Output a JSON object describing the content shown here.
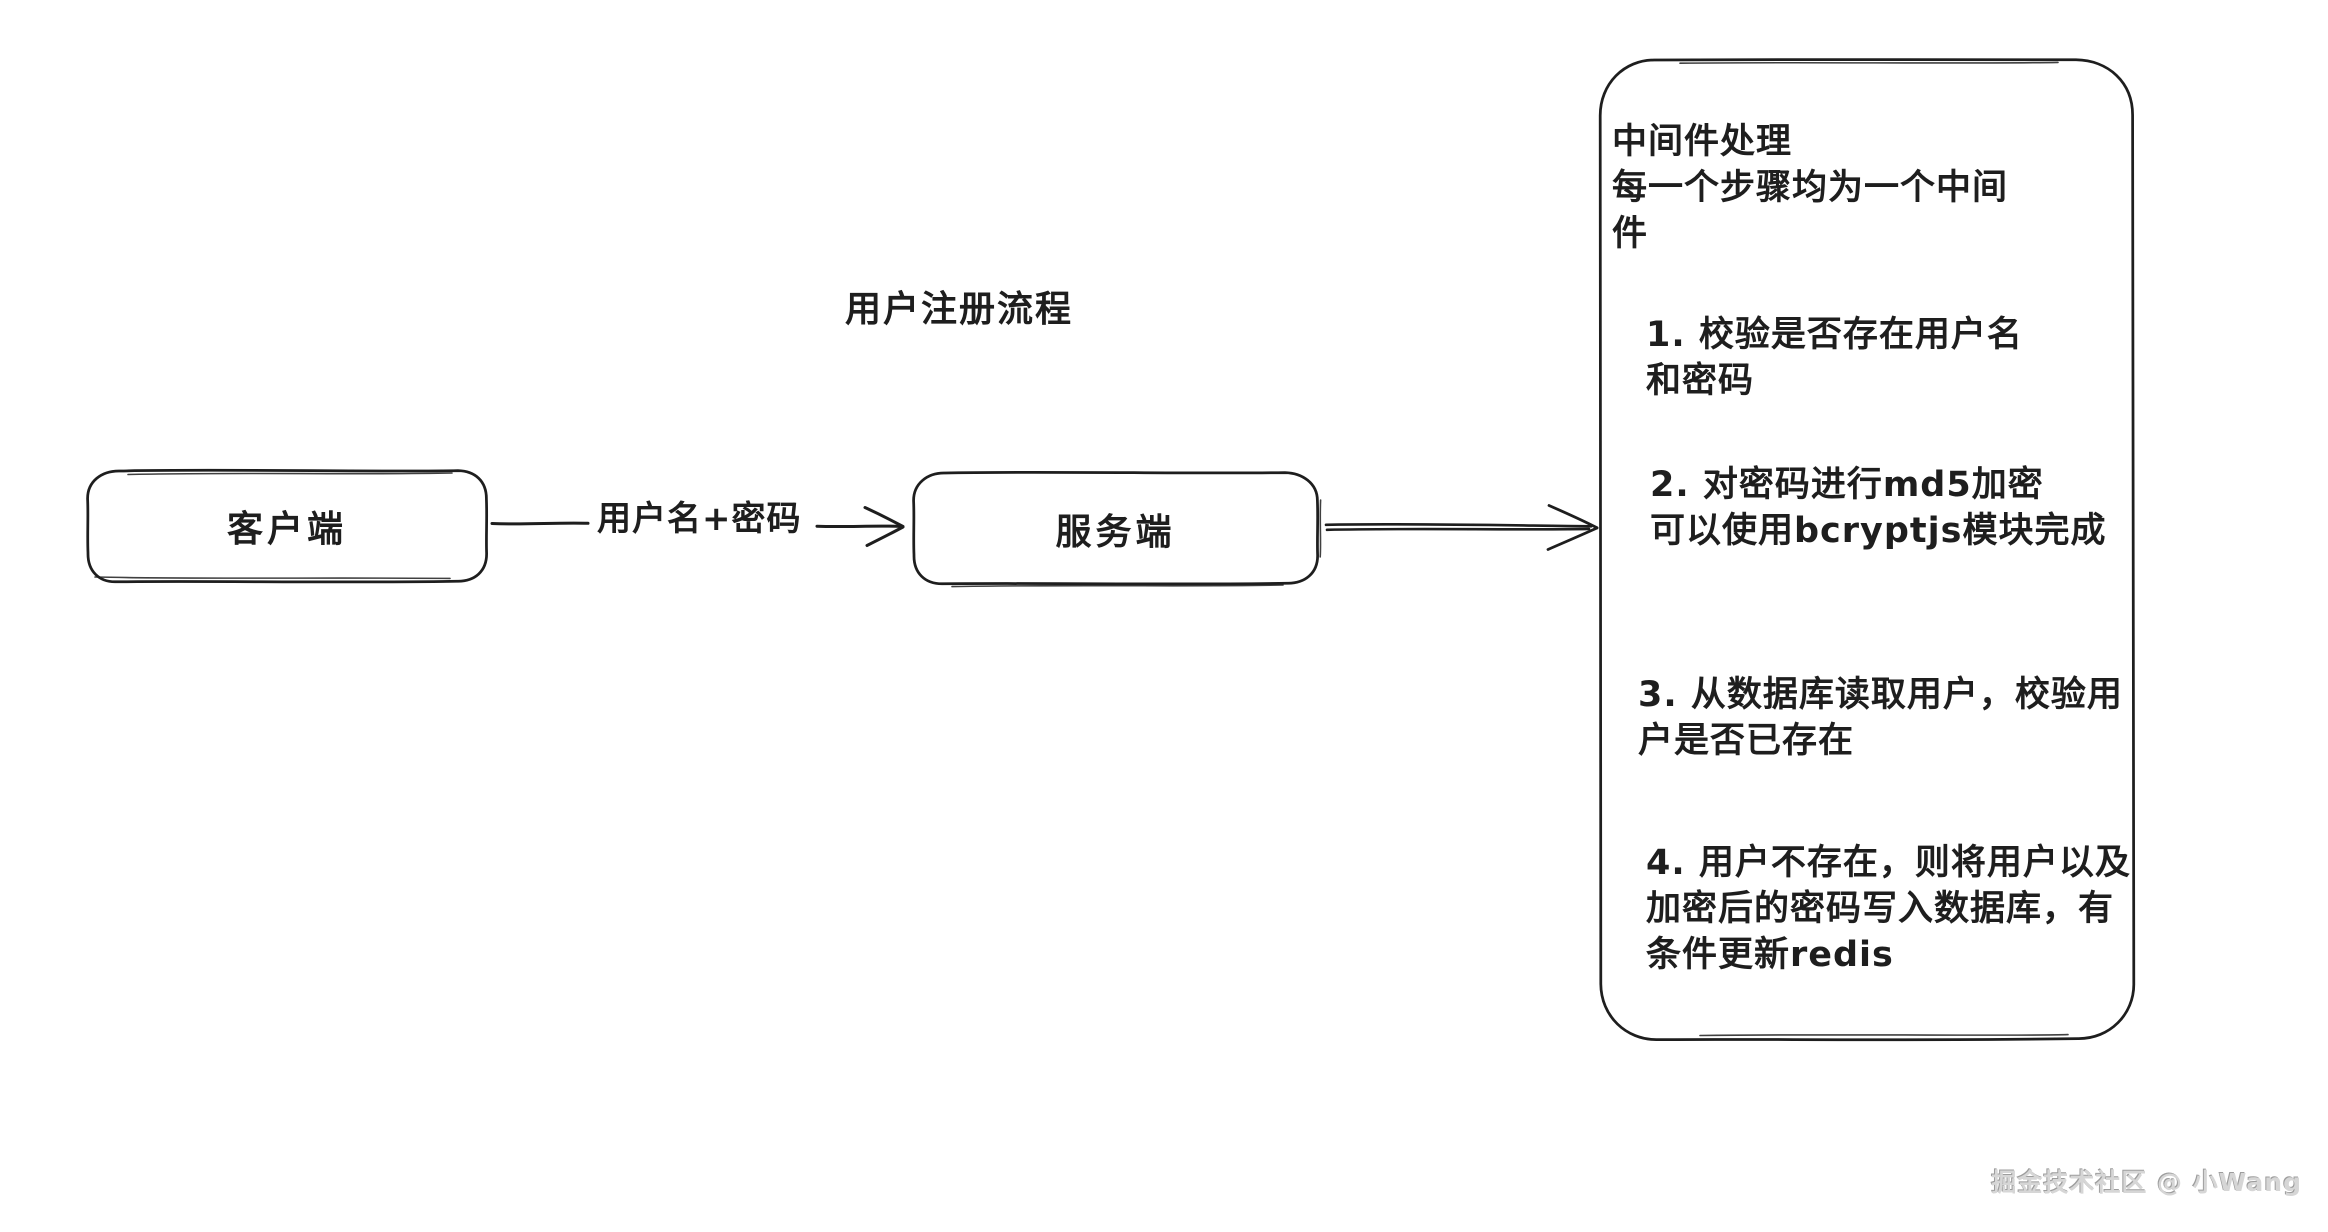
{
  "diagram": {
    "title": "用户注册流程",
    "nodes": {
      "client": {
        "label": "客户端"
      },
      "server": {
        "label": "服务端"
      },
      "middleware": {
        "intro": "中间件处理\n每一个步骤均为一个中间\n件",
        "steps": [
          "1. 校验是否存在用户名\n和密码",
          "2. 对密码进行md5加密\n可以使用bcryptjs模块完成",
          "3. 从数据库读取用户，校验用\n户是否已存在",
          "4. 用户不存在，则将用户以及\n加密后的密码写入数据库，有\n条件更新redis"
        ]
      }
    },
    "edges": {
      "client_to_server_label": "用户名+密码"
    },
    "colors": {
      "stroke": "#1e1e1e",
      "background": "#ffffff",
      "watermark": "#d6d6d6"
    }
  },
  "watermark": {
    "text": "掘金技术社区 @ 小Wang"
  }
}
